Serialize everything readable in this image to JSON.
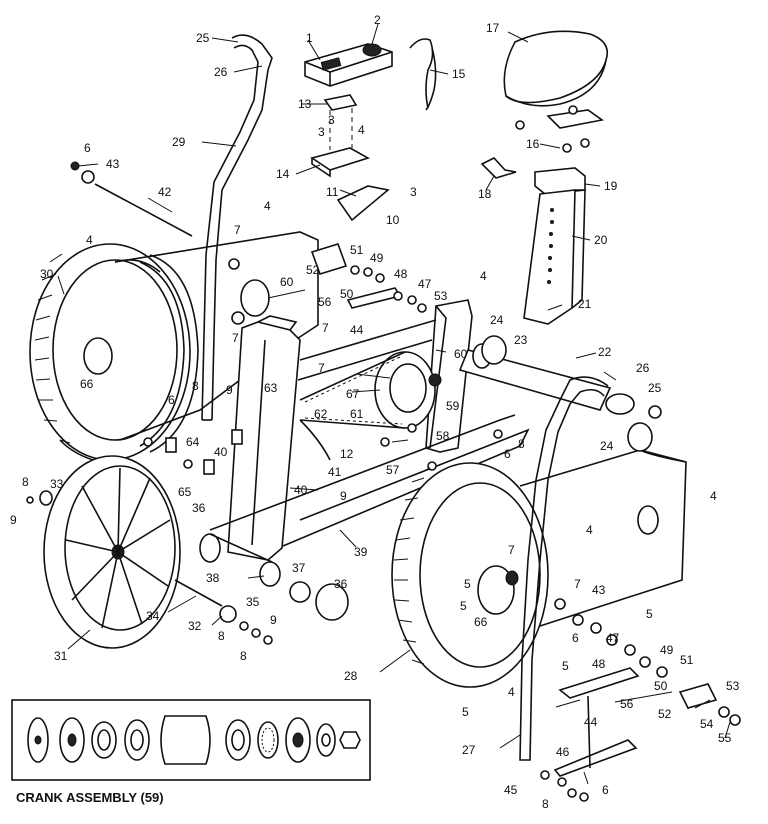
{
  "caption": "CRANK ASSEMBLY (59)",
  "callouts": {
    "c1": "1",
    "c2": "2",
    "c3": "3",
    "c3b": "3",
    "c3c": "3",
    "c4a": "4",
    "c4b": "4",
    "c4c": "4",
    "c4d": "4",
    "c4e": "4",
    "c4f": "4",
    "c4g": "4",
    "c5a": "5",
    "c5b": "5",
    "c5c": "5",
    "c5d": "5",
    "c5e": "5",
    "c6a": "6",
    "c6b": "6",
    "c6c": "6",
    "c6d": "6",
    "c6e": "6",
    "c7a": "7",
    "c7b": "7",
    "c7c": "7",
    "c7d": "7",
    "c7e": "7",
    "c8a": "8",
    "c8b": "8",
    "c8c": "8",
    "c8d": "8",
    "c8e": "8",
    "c8f": "8",
    "c9a": "9",
    "c9b": "9",
    "c9c": "9",
    "c9d": "9",
    "c10": "10",
    "c11": "11",
    "c12": "12",
    "c13": "13",
    "c14": "14",
    "c15": "15",
    "c16": "16",
    "c17": "17",
    "c18": "18",
    "c19": "19",
    "c20": "20",
    "c21": "21",
    "c22": "22",
    "c23": "23",
    "c24a": "24",
    "c24b": "24",
    "c25a": "25",
    "c25b": "25",
    "c26a": "26",
    "c26b": "26",
    "c27": "27",
    "c28": "28",
    "c29": "29",
    "c30": "30",
    "c31": "31",
    "c32": "32",
    "c33": "33",
    "c34": "34",
    "c35": "35",
    "c36a": "36",
    "c36b": "36",
    "c37": "37",
    "c38": "38",
    "c39": "39",
    "c40a": "40",
    "c40b": "40",
    "c41": "41",
    "c42": "42",
    "c43a": "43",
    "c43b": "43",
    "c44a": "44",
    "c44b": "44",
    "c45": "45",
    "c46": "46",
    "c47a": "47",
    "c47b": "47",
    "c48a": "48",
    "c48b": "48",
    "c49a": "49",
    "c49b": "49",
    "c50a": "50",
    "c50b": "50",
    "c51a": "51",
    "c51b": "51",
    "c52a": "52",
    "c52b": "52",
    "c53a": "53",
    "c53b": "53",
    "c54": "54",
    "c55": "55",
    "c56a": "56",
    "c56b": "56",
    "c57": "57",
    "c58": "58",
    "c59": "59",
    "c60a": "60",
    "c60b": "60",
    "c61": "61",
    "c62": "62",
    "c63": "63",
    "c64": "64",
    "c65": "65",
    "c66a": "66",
    "c66b": "66",
    "c67": "67"
  }
}
